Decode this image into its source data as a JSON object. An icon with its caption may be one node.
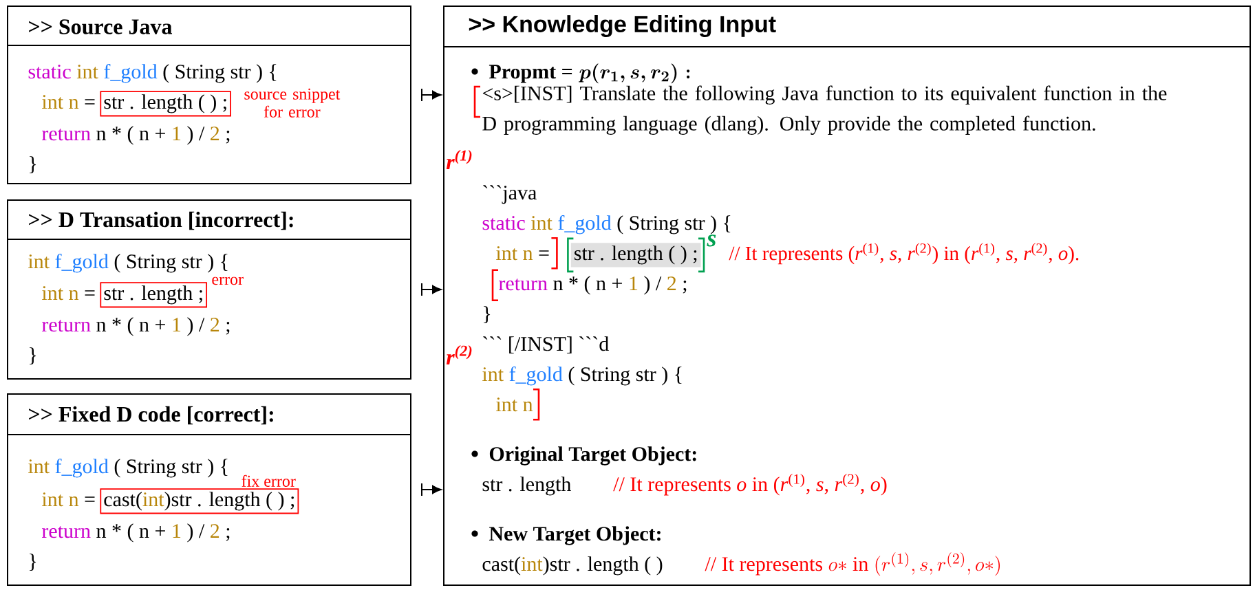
{
  "diagram": {
    "nodes": [
      {
        "text": [
          ">> Source Java",
          "static",
          "int",
          "f_gold",
          "( String str ) {",
          "int n",
          "=",
          "return",
          "n * ( n +",
          "1",
          ") /",
          "2",
          ";",
          "}"
        ]
      },
      {
        "text": [
          "str . length ( ) ;"
        ],
        "in": 0,
        "beside": [
          "source snippet for error"
        ]
      },
      {
        "text": [
          ">> D Transation [incorrect]:",
          "int",
          "f_gold",
          "( String str ) {",
          "int n",
          "=",
          "return",
          "n * ( n +",
          "1",
          ") /",
          "2",
          ";",
          "}"
        ]
      },
      {
        "text": [
          "str . length ;"
        ],
        "in": 2,
        "beside": [
          "error"
        ]
      },
      {
        "text": [
          ">> Fixed D code [correct]:",
          "int",
          "f_gold",
          "( String str ) {",
          "int n",
          "=",
          "return",
          "n * ( n +",
          "1",
          ") /",
          "2",
          ";",
          "}"
        ]
      },
      {
        "text": [
          "cast(",
          "int",
          ")str . length ( ) ;"
        ],
        "in": 4,
        "beside": [
          "fix error"
        ]
      },
      {
        "text": [
          ">>  Knowledge Editing Input",
          "Propmt =",
          "\\boldsymbol{p(r_{1}, s, r_{2}):}",
          "<s>[INST] Translate the following Java function to its equivalent function in the D programming language (dlang). Only provide the completed function.",
          "```java",
          "static",
          "int",
          "f_gold",
          "( String str ) {",
          "int n",
          "=",
          "// It represents (*r*$^{(1)}$, *s*, *r*$^{(2)}$) in (*r*$^{(1)}$, *s*, *r*$^{(2)}$, *o*).",
          "return",
          "n * ( n +",
          "1",
          ") /",
          "2",
          ";",
          "}",
          "``` [/INST] ```d",
          "int",
          "f_gold",
          "( String str ) {",
          "int n",
          "Original Target Object:",
          "str . length",
          "// It represents *o* in (*r*$^{(1)}$, *s*, *r*$^{(2)}$, *o*)",
          "New Target Object:",
          "cast(",
          "int",
          ")str . length ( )",
          "\\textrm{// It represents }o{*}\\textrm{ in }(r^{(1)}, s, r^{(2)}, o{*})"
        ]
      },
      {
        "text": [
          "str . length ( ) ;"
        ],
        "in": 6,
        "beside": [
          "s"
        ]
      }
    ],
    "edges": [
      {
        "from": 0,
        "to": 6,
        "arrow": "to"
      },
      {
        "from": 2,
        "to": 6,
        "arrow": "to"
      },
      {
        "from": 4,
        "to": 6,
        "arrow": "to"
      }
    ],
    "labels": [
      "*r*$^{(1)}$",
      "*r*$^{(2)}$"
    ]
  }
}
